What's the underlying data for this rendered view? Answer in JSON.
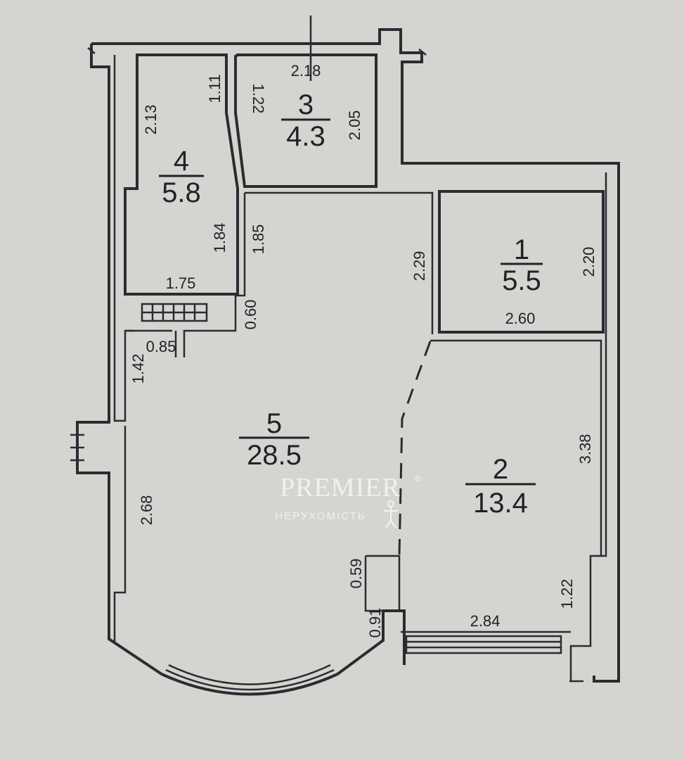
{
  "rooms": [
    {
      "number": "1",
      "area": "5.5"
    },
    {
      "number": "2",
      "area": "13.4"
    },
    {
      "number": "3",
      "area": "4.3"
    },
    {
      "number": "4",
      "area": "5.8"
    },
    {
      "number": "5",
      "area": "28.5"
    }
  ],
  "dimensions": {
    "r3_top": "2.18",
    "r3_left": "1.22",
    "r3_right": "2.05",
    "r4_top_left": "2.13",
    "r4_top_right": "1.11",
    "r4_bottom_right": "1.84",
    "r4_bottom": "1.75",
    "r5_top_left": "1.85",
    "r5_corridor": "0.60",
    "r5_niche": "0.85",
    "r5_left_upper": "1.42",
    "r5_left_lower": "2.68",
    "r5_right_upper": "2.29",
    "r5_pillar_upper": "0.59",
    "r5_pillar_lower": "0.91",
    "r1_right": "2.20",
    "r1_bottom": "2.60",
    "r2_right": "3.38",
    "r2_right_lower": "1.22",
    "r2_bottom": "2.84"
  },
  "watermark": {
    "brand": "PREMIER",
    "registered": "®",
    "subtitle": "НЕРУХОМІСТЬ"
  }
}
